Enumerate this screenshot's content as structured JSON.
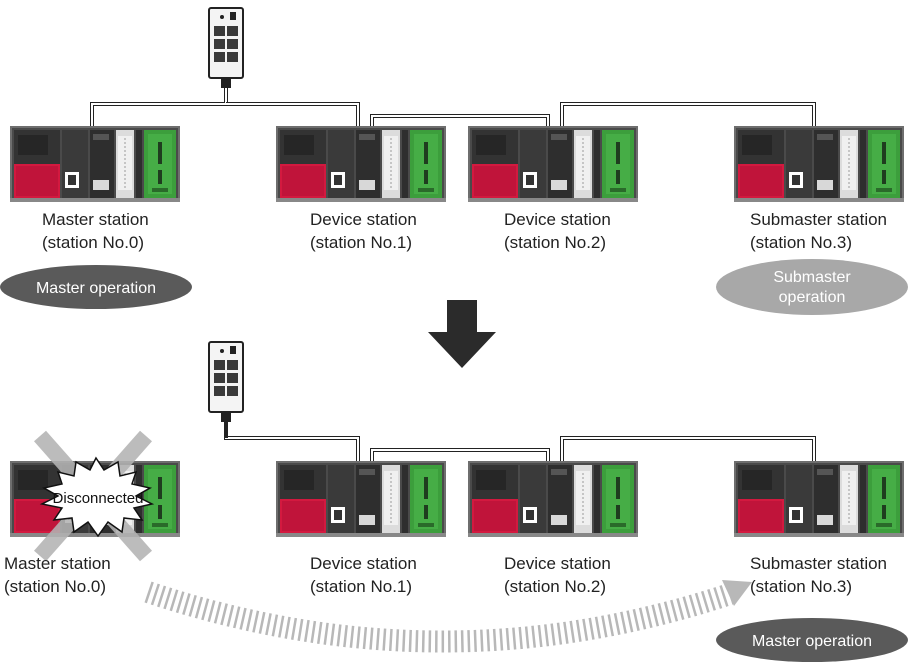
{
  "colors": {
    "plc_body": "#3b3b3b",
    "plc_red": "#d3193f",
    "plc_green": "#3c9e3c",
    "pill_dark": "#5a5a5a",
    "pill_light": "#a8a8a8",
    "arrow": "#2b2b2b",
    "cross": "#b3b3b3",
    "dashed_arrow": "#b8b8b8"
  },
  "top": {
    "switch_icon": "ethernet-switch-icon",
    "stations": [
      {
        "name": "Master station",
        "number": "(station No.0)"
      },
      {
        "name": "Device station",
        "number": "(station No.1)"
      },
      {
        "name": "Device station",
        "number": "(station No.2)"
      },
      {
        "name": "Submaster station",
        "number": "(station No.3)"
      }
    ],
    "master_badge": "Master operation",
    "submaster_badge_line1": "Submaster",
    "submaster_badge_line2": "operation"
  },
  "transition_arrow_icon": "down-arrow-icon",
  "bottom": {
    "switch_icon": "ethernet-switch-icon",
    "stations": [
      {
        "name": "Master station",
        "number": "(station No.0)"
      },
      {
        "name": "Device station",
        "number": "(station No.1)"
      },
      {
        "name": "Device station",
        "number": "(station No.2)"
      },
      {
        "name": "Submaster station",
        "number": "(station No.3)"
      }
    ],
    "disconnected_label": "Disconnected",
    "switchover_arrow_icon": "switchover-arrow-icon",
    "new_master_badge": "Master operation"
  }
}
